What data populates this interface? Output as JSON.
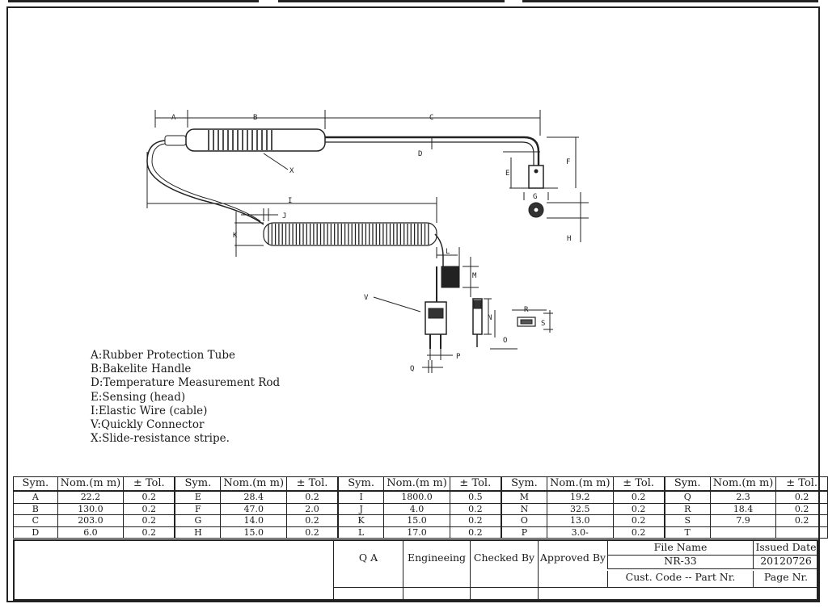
{
  "legend": {
    "items": [
      "A:Rubber Protection Tube",
      "B:Bakelite Handle",
      "D:Temperature Measurement Rod",
      "E:Sensing (head)",
      "I:Elastic Wire (cable)",
      "V:Quickly Connector",
      "X:Slide-resistance stripe."
    ]
  },
  "dim_labels": {
    "A": "A",
    "B": "B",
    "C": "C",
    "D": "D",
    "E": "E",
    "F": "F",
    "G": "G",
    "H": "H",
    "I": "I",
    "J": "J",
    "K": "K",
    "L": "L",
    "M": "M",
    "N": "N",
    "O": "O",
    "P": "P",
    "Q": "Q",
    "R": "R",
    "S": "S",
    "V": "V",
    "X": "X"
  },
  "tolerance_table": {
    "headers": {
      "sym": "Sym.",
      "nom": "Nom.(m m)",
      "tol": "± Tol."
    },
    "groups": [
      {
        "rows": [
          {
            "sym": "A",
            "nom": "22.2",
            "tol": "0.2"
          },
          {
            "sym": "B",
            "nom": "130.0",
            "tol": "0.2"
          },
          {
            "sym": "C",
            "nom": "203.0",
            "tol": "0.2"
          },
          {
            "sym": "D",
            "nom": "6.0",
            "tol": "0.2"
          }
        ]
      },
      {
        "rows": [
          {
            "sym": "E",
            "nom": "28.4",
            "tol": "0.2"
          },
          {
            "sym": "F",
            "nom": "47.0",
            "tol": "2.0"
          },
          {
            "sym": "G",
            "nom": "14.0",
            "tol": "0.2"
          },
          {
            "sym": "H",
            "nom": "15.0",
            "tol": "0.2"
          }
        ]
      },
      {
        "rows": [
          {
            "sym": "I",
            "nom": "1800.0",
            "tol": "0.5"
          },
          {
            "sym": "J",
            "nom": "4.0",
            "tol": "0.2"
          },
          {
            "sym": "K",
            "nom": "15.0",
            "tol": "0.2"
          },
          {
            "sym": "L",
            "nom": "17.0",
            "tol": "0.2"
          }
        ]
      },
      {
        "rows": [
          {
            "sym": "M",
            "nom": "19.2",
            "tol": "0.2"
          },
          {
            "sym": "N",
            "nom": "32.5",
            "tol": "0.2"
          },
          {
            "sym": "O",
            "nom": "13.0",
            "tol": "0.2"
          },
          {
            "sym": "P",
            "nom": "3.0-",
            "tol": "0.2"
          }
        ]
      },
      {
        "rows": [
          {
            "sym": "Q",
            "nom": "2.3",
            "tol": "0.2"
          },
          {
            "sym": "R",
            "nom": "18.4",
            "tol": "0.2"
          },
          {
            "sym": "S",
            "nom": "7.9",
            "tol": "0.2"
          },
          {
            "sym": "T",
            "nom": "",
            "tol": ""
          }
        ]
      }
    ]
  },
  "title_block": {
    "qa": "Q A",
    "engineering": "Engineeing",
    "checked_by": "Checked By",
    "approved_by": "Approved By",
    "file_name_label": "File Name",
    "file_name": "NR-33",
    "issued_date_label": "Issued Date",
    "issued_date": "20120726",
    "cust_code_label": "Cust. Code -- Part Nr.",
    "page_nr_label": "Page Nr."
  }
}
